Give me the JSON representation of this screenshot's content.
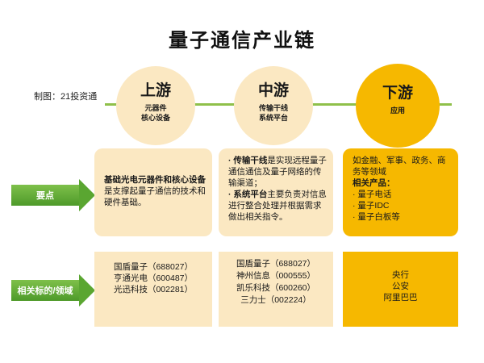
{
  "title": "量子通信产业链",
  "credit": "制图：21投资通",
  "stages": [
    {
      "name": "上游",
      "subs": [
        "元器件",
        "核心设备"
      ]
    },
    {
      "name": "中游",
      "subs": [
        "传输干线",
        "系统平台"
      ]
    },
    {
      "name": "下游",
      "subs": [
        "应用"
      ]
    }
  ],
  "rows": {
    "key_points_label": "要点",
    "related_label": "相关标的/领域"
  },
  "key_points": {
    "upstream": {
      "bold": "基础光电元器件和核心设备",
      "rest": "是支撑起量子通信的技术和硬件基础。"
    },
    "midstream": {
      "line1_bold": "· 传输干线",
      "line1_rest": "是实现远程量子通信通信及量子网络的传输渠道；",
      "line2_bold": "· 系统平台",
      "line2_rest": "主要负责对信息进行整合处理并根据需求做出相关指令。"
    },
    "downstream": {
      "intro": "如金融、军事、政务、商务等领域",
      "products_label": "相关产品：",
      "products": [
        "· 量子电话",
        "· 量子IDC",
        "· 量子白板等"
      ]
    }
  },
  "related": {
    "upstream": [
      "国盾量子（688027）",
      "亨通光电（600487）",
      "光迅科技（002281）"
    ],
    "midstream": [
      "国盾量子（688027）",
      "神州信息（000555）",
      "凯乐科技（600260）",
      "三力士（002224）"
    ],
    "downstream": [
      "央行",
      "公安",
      "阿里巴巴"
    ]
  },
  "colors": {
    "light_orange": "#fbe8c2",
    "gold": "#f6b800",
    "green": "#5aa631"
  }
}
